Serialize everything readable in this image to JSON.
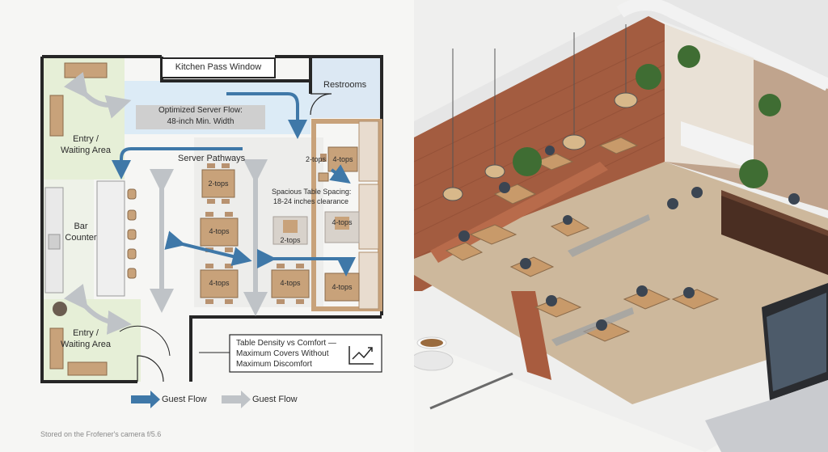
{
  "floor_plan": {
    "kitchen_pass": "Kitchen Pass Window",
    "restrooms": "Restrooms",
    "optimized_flow": "Optimized Server Flow:",
    "optimized_flow_width": "48-inch Min. Width",
    "entry_top": "Entry /",
    "waiting_top": "Waiting Area",
    "entry_bottom": "Entry /",
    "waiting_bottom": "Waiting Area",
    "bar": "Bar",
    "counter": "Counter",
    "server_pathways": "Server Pathways",
    "spacing_title": "Spacious Table Spacing:",
    "spacing_sub": "18-24 inches clearance",
    "tables": {
      "t_2tops_a": "2-tops",
      "t_4tops_a": "4-tops",
      "t_4tops_b": "4-tops",
      "t_4tops_c": "4-tops",
      "t_2tops_b": "2-tops",
      "t_4tops_d": "4-tops",
      "t_4tops_e": "4-tops",
      "booth_2tops": "2-tops",
      "booth_4tops": "4-tops"
    },
    "density_line1": "Table Density vs Comfort —",
    "density_line2": "Maximum Covers Without",
    "density_line3": "Maximum Discomfort",
    "legend_dark": "Guest Flow",
    "legend_light": "Guest Flow",
    "caption": "Stored on the Frofener's camera  f/5.6"
  },
  "colors": {
    "entry_zone": "#e6efd7",
    "server_zone": "#dcebf6",
    "restroom_zone": "#dce8f3",
    "wood": "#c8a27a",
    "dark_arrow": "#3f78a8",
    "gray_arrow": "#bfc3c7",
    "wall": "#262626",
    "brick": "#a0583d",
    "banquette": "#b86b4b"
  }
}
